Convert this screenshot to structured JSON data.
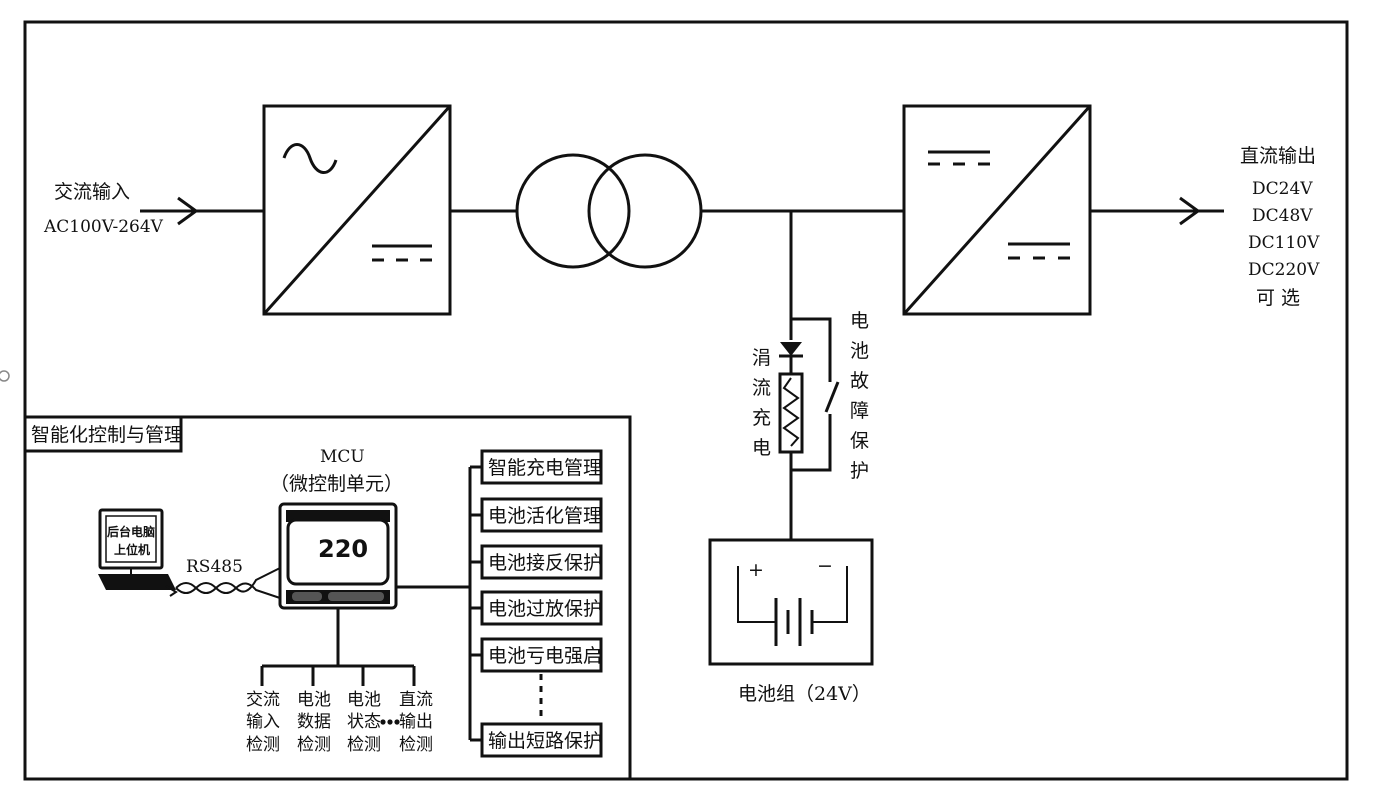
{
  "input": {
    "title": "交流输入",
    "range": "AC100V-264V"
  },
  "output": {
    "title": "直流输出",
    "options": [
      "DC24V",
      "DC48V",
      "DC110V",
      "DC220V"
    ],
    "optional_note": "可 选"
  },
  "trickle_charge": {
    "chars": [
      "涓",
      "流",
      "充",
      "电"
    ]
  },
  "battery_fault": {
    "chars": [
      "电",
      "池",
      "故",
      "障",
      "保",
      "护"
    ]
  },
  "battery": {
    "plus": "+",
    "minus": "−",
    "label": "电池组（24V）"
  },
  "control": {
    "section_title": "智能化控制与管理",
    "mcu_title": "MCU",
    "mcu_subtitle": "（微控制单元）",
    "mcu_display": "220",
    "pc_label_1": "后台电脑",
    "pc_label_2": "上位机",
    "bus_label": "RS485",
    "functions": [
      "智能充电管理",
      "电池活化管理",
      "电池接反保护",
      "电池过放保护",
      "电池亏电强启",
      "输出短路保护"
    ],
    "detections": [
      [
        "交流",
        "输入",
        "检测"
      ],
      [
        "电池",
        "数据",
        "检测"
      ],
      [
        "电池",
        "状态",
        "检测"
      ],
      [
        "直流",
        "输出",
        "检测"
      ]
    ]
  }
}
